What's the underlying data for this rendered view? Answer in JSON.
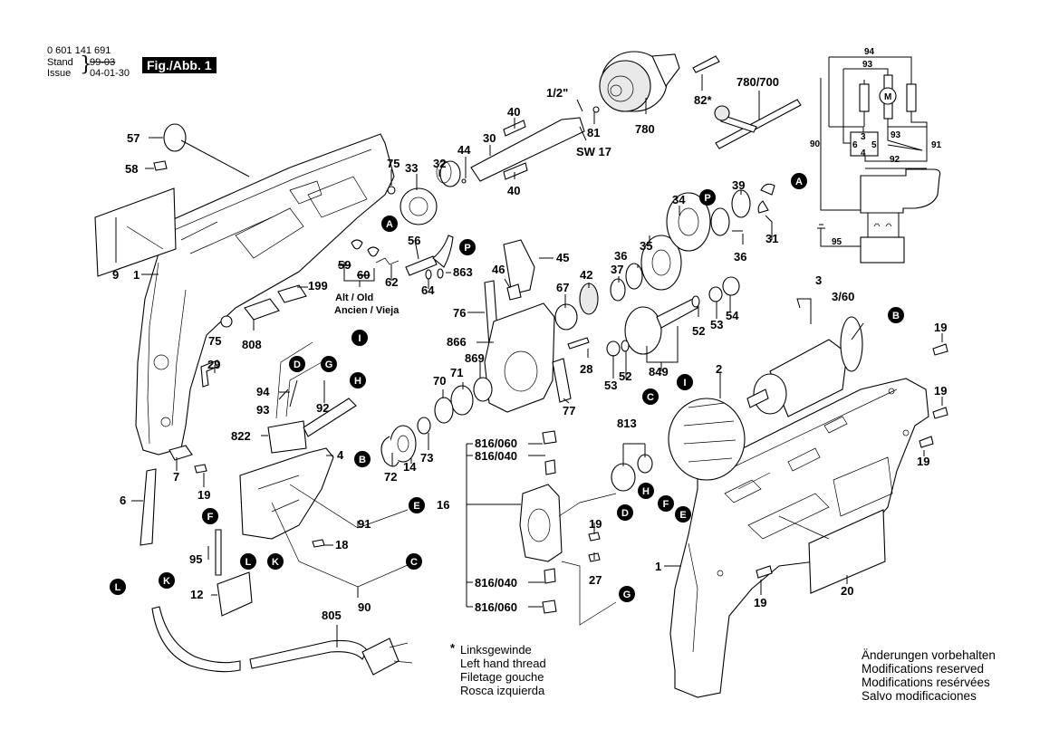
{
  "header": {
    "part_number": "0 601 141 691",
    "stand_label": "Stand",
    "issue_label": "Issue",
    "stand_old_value": "99-03",
    "issue_value": "04-01-30",
    "figure_badge": "Fig./Abb. 1"
  },
  "footnote": {
    "marker": "*",
    "lines": [
      "Linksgewinde",
      "Left hand thread",
      "Filetage gouche",
      "Rosca izquierda"
    ]
  },
  "disclaimer": {
    "lines": [
      "Änderungen vorbehalten",
      "Modifications reserved",
      "Modifications resérvées",
      "Salvo modificaciones"
    ]
  },
  "old_note": {
    "line1": "Alt / Old",
    "line2": "Ancien / Vieja"
  },
  "part_labels": {
    "p57": "57",
    "p58": "58",
    "p9": "9",
    "p1a": "1",
    "p1b": "1",
    "p75a": "75",
    "p75b": "75",
    "p33": "33",
    "p32": "32",
    "p44": "44",
    "p30": "30",
    "p40a": "40",
    "p40b": "40",
    "p12in": "1/2\"",
    "sw17": "SW 17",
    "p81": "81",
    "p780": "780",
    "p82": "82*",
    "p780_700": "780/700",
    "p56": "56",
    "p59": "59",
    "p60": "60",
    "p62": "62",
    "p64": "64",
    "p863": "863",
    "p199": "199",
    "p808": "808",
    "p29": "29",
    "p7": "7",
    "p19a": "19",
    "p6": "6",
    "p94": "94",
    "p93": "93",
    "p92": "92",
    "p822": "822",
    "p4": "4",
    "p95": "95",
    "p12": "12",
    "p18": "18",
    "p91": "91",
    "p90": "90",
    "p805": "805",
    "p45": "45",
    "p46": "46",
    "p76": "76",
    "p866": "866",
    "p67": "67",
    "p42": "42",
    "p37": "37",
    "p36a": "36",
    "p36b": "36",
    "p35": "35",
    "p34": "34",
    "p39": "39",
    "p31": "31",
    "p28": "28",
    "p77": "77",
    "p869": "869",
    "p70": "70",
    "p71": "71",
    "p72": "72",
    "p14": "14",
    "p73": "73",
    "p52a": "52",
    "p52b": "52",
    "p53a": "53",
    "p53b": "53",
    "p54": "54",
    "p849": "849",
    "p3": "3",
    "p3_60": "3/60",
    "p2": "2",
    "p813": "813",
    "p16": "16",
    "p816_060a": "816/060",
    "p816_040a": "816/040",
    "p816_040b": "816/040",
    "p816_060b": "816/060",
    "p19b": "19",
    "p27": "27",
    "p19c": "19",
    "p19d": "19",
    "p19e": "19",
    "p19f": "19",
    "p20": "20"
  },
  "connectors": {
    "A1": "A",
    "A2": "A",
    "P1": "P",
    "P2": "P",
    "B1": "B",
    "B2": "B",
    "C1": "C",
    "C2": "C",
    "D1": "D",
    "D2": "D",
    "E1": "E",
    "E2": "E",
    "F1": "F",
    "F2": "F",
    "G1": "G",
    "G2": "G",
    "H1": "H",
    "H2": "H",
    "I1": "I",
    "I2": "I",
    "K1": "K",
    "K2": "K",
    "L1": "L",
    "L2": "L"
  },
  "schematic": {
    "w94": "94",
    "w93a": "93",
    "w93b": "93",
    "w90": "90",
    "w91": "91",
    "w92": "92",
    "w95": "95",
    "motor": "M",
    "t3": "3",
    "t4": "4",
    "t5": "5",
    "t6": "6"
  }
}
